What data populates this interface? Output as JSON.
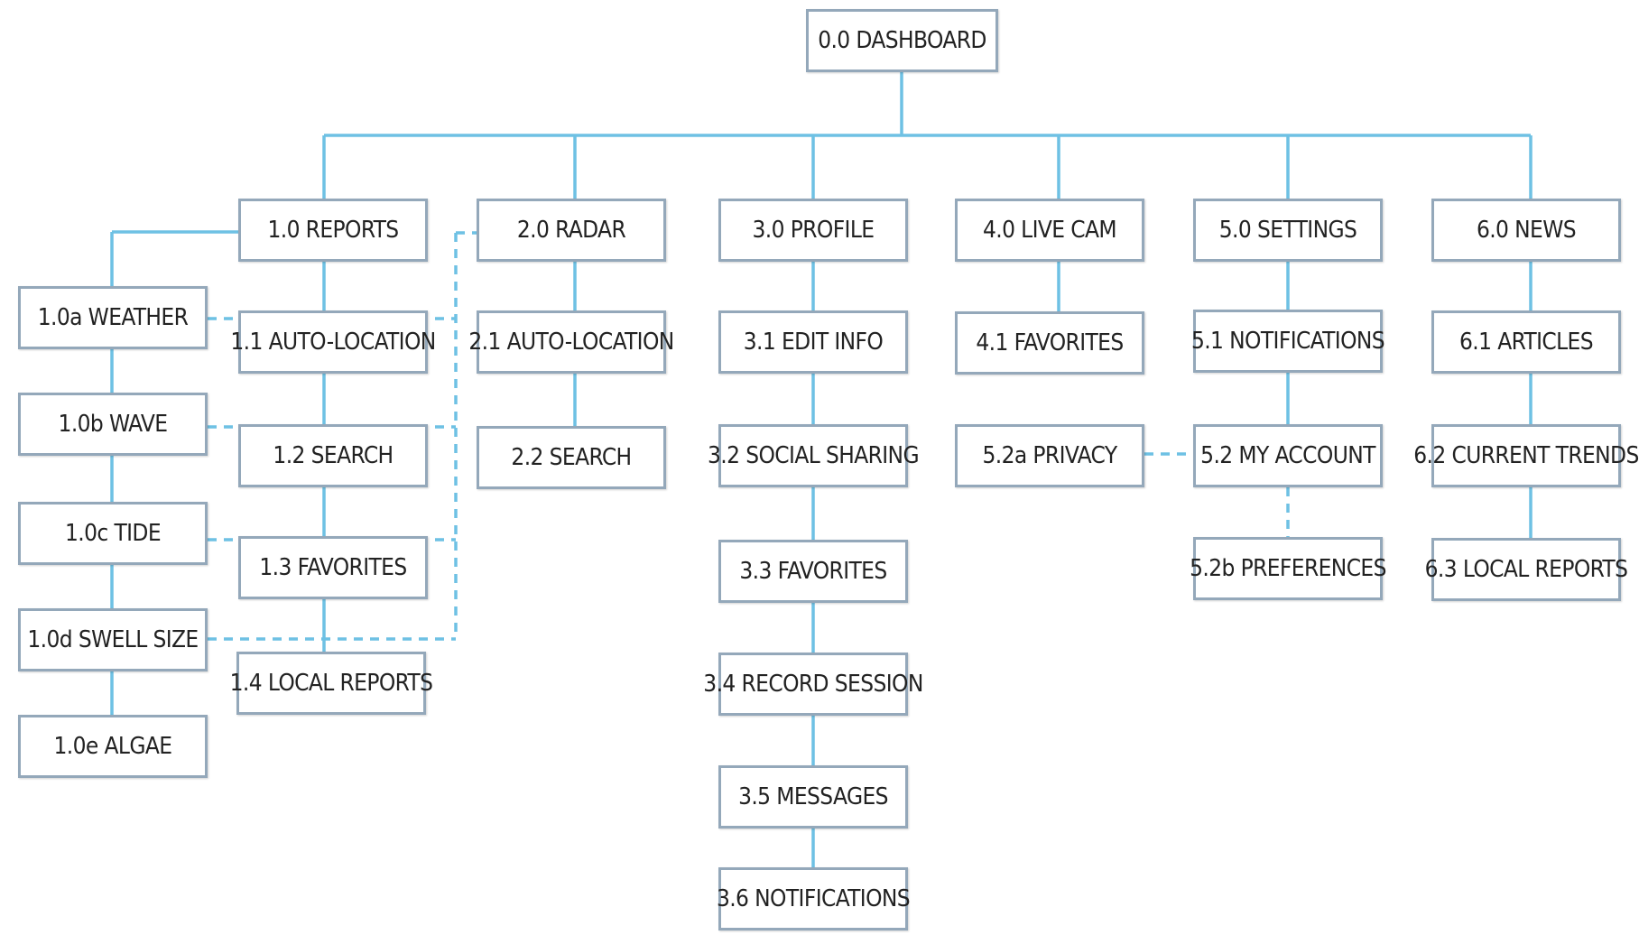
{
  "colors": {
    "connector": "#6ec1e4",
    "node_border": "#94a8ba",
    "node_text": "#222222",
    "background": "#ffffff"
  },
  "nodes": {
    "dashboard": "0.0 DASHBOARD",
    "reports": "1.0 REPORTS",
    "weather": "1.0a WEATHER",
    "wave": "1.0b WAVE",
    "tide": "1.0c TIDE",
    "swell_size": "1.0d SWELL SIZE",
    "algae": "1.0e ALGAE",
    "reports_auto_location": "1.1 AUTO-LOCATION",
    "reports_search": "1.2 SEARCH",
    "reports_favorites": "1.3 FAVORITES",
    "reports_local_reports": "1.4 LOCAL REPORTS",
    "radar": "2.0 RADAR",
    "radar_auto_location": "2.1 AUTO-LOCATION",
    "radar_search": "2.2 SEARCH",
    "profile": "3.0 PROFILE",
    "edit_info": "3.1 EDIT INFO",
    "social_sharing": "3.2 SOCIAL SHARING",
    "profile_favorites": "3.3 FAVORITES",
    "record_session": "3.4 RECORD SESSION",
    "messages": "3.5 MESSAGES",
    "profile_notifications": "3.6 NOTIFICATIONS",
    "live_cam": "4.0 LIVE CAM",
    "live_cam_favorites": "4.1 FAVORITES",
    "privacy": "5.2a PRIVACY",
    "settings": "5.0 SETTINGS",
    "settings_notifications": "5.1 NOTIFICATIONS",
    "my_account": "5.2 MY ACCOUNT",
    "preferences": "5.2b PREFERENCES",
    "news": "6.0 NEWS",
    "articles": "6.1 ARTICLES",
    "current_trends": "6.2 CURRENT TRENDS",
    "news_local_reports": "6.3 LOCAL REPORTS"
  }
}
